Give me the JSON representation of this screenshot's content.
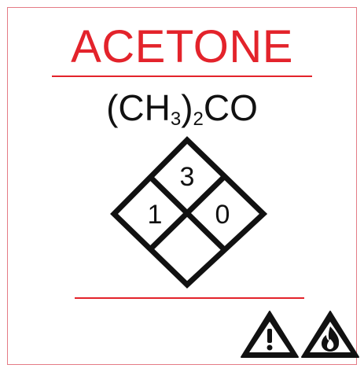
{
  "label": {
    "title": "ACETONE",
    "formula": {
      "part1": "(CH",
      "sub1": "3",
      "part2": ")",
      "sub2": "2",
      "part3": "CO"
    }
  },
  "nfpa_diamond": {
    "health": "1",
    "flammability": "3",
    "instability": "0",
    "special": ""
  },
  "pictograms": [
    "exclamation-icon",
    "flame-icon"
  ],
  "colors": {
    "accent": "#e3232b",
    "frame": "#e57b85",
    "ink": "#111111"
  }
}
